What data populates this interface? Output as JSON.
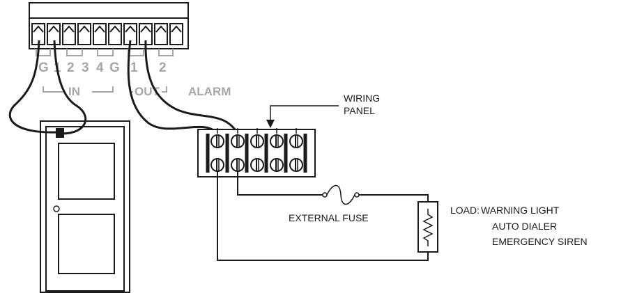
{
  "terminal_block": {
    "pin_labels": [
      "G",
      "1",
      "2",
      "3",
      "4",
      "G",
      "1",
      "2"
    ],
    "groups": {
      "in": "IN",
      "out": "OUT",
      "alarm": "ALARM"
    }
  },
  "wiring_panel": {
    "label_line1": "WIRING",
    "label_line2": "PANEL"
  },
  "fuse": {
    "label": "EXTERNAL FUSE"
  },
  "load": {
    "prefix": "LOAD:",
    "items": [
      "WARNING LIGHT",
      "AUTO DIALER",
      "EMERGENCY SIREN"
    ]
  },
  "colors": {
    "line": "#1a1a1a",
    "label_gray": "#a6a6a6"
  },
  "icons": {
    "door": "door-icon",
    "resistor": "resistor-icon",
    "fuse": "fuse-icon",
    "screw": "screw-terminal-icon"
  }
}
